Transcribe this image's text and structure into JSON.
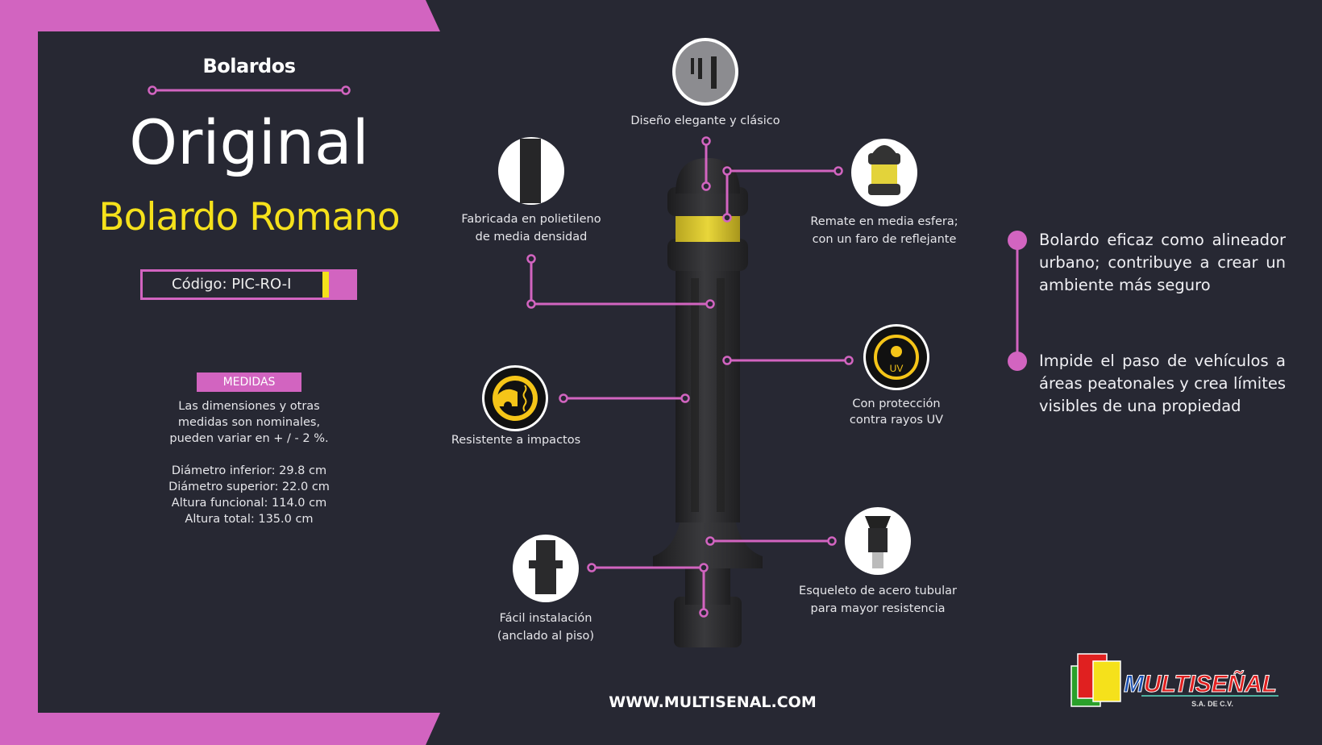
{
  "category": "Bolardos",
  "title": "Original",
  "subtitle": "Bolardo Romano",
  "code": "Código: PIC-RO-I",
  "medidas": {
    "label": "MEDIDAS",
    "note": [
      "Las dimensiones y otras",
      "medidas son nominales,",
      "pueden variar en + / - 2 %."
    ],
    "specs": [
      "Diámetro inferior: 29.8 cm",
      "Diámetro superior: 22.0 cm",
      "Altura funcional: 114.0 cm",
      "Altura total: 135.0 cm"
    ]
  },
  "features": {
    "diseno": "Diseño elegante y clásico",
    "fabricada": [
      "Fabricada en polietileno",
      "de media densidad"
    ],
    "remate": [
      "Remate en media esfera;",
      "con un faro de reflejante"
    ],
    "uv": [
      "Con protección",
      "contra rayos UV"
    ],
    "impacto": "Resistente a impactos",
    "esqueleto": [
      "Esqueleto de acero tubular",
      "para mayor resistencia"
    ],
    "instalacion": [
      "Fácil instalación",
      "(anclado al piso)"
    ]
  },
  "benefits": [
    "Bolardo eficaz como alineador urbano; contribuye a crear un ambiente más seguro",
    "Impide el paso de vehículos a áreas peatonales y crea límites visibles de una propiedad"
  ],
  "website": "WWW.MULTISENAL.COM",
  "logo": {
    "name": "MULTISEÑAL",
    "sub": "S.A. DE C.V."
  },
  "colors": {
    "pink": "#d264c0",
    "yellow": "#f5e11b",
    "bg": "#272833"
  }
}
